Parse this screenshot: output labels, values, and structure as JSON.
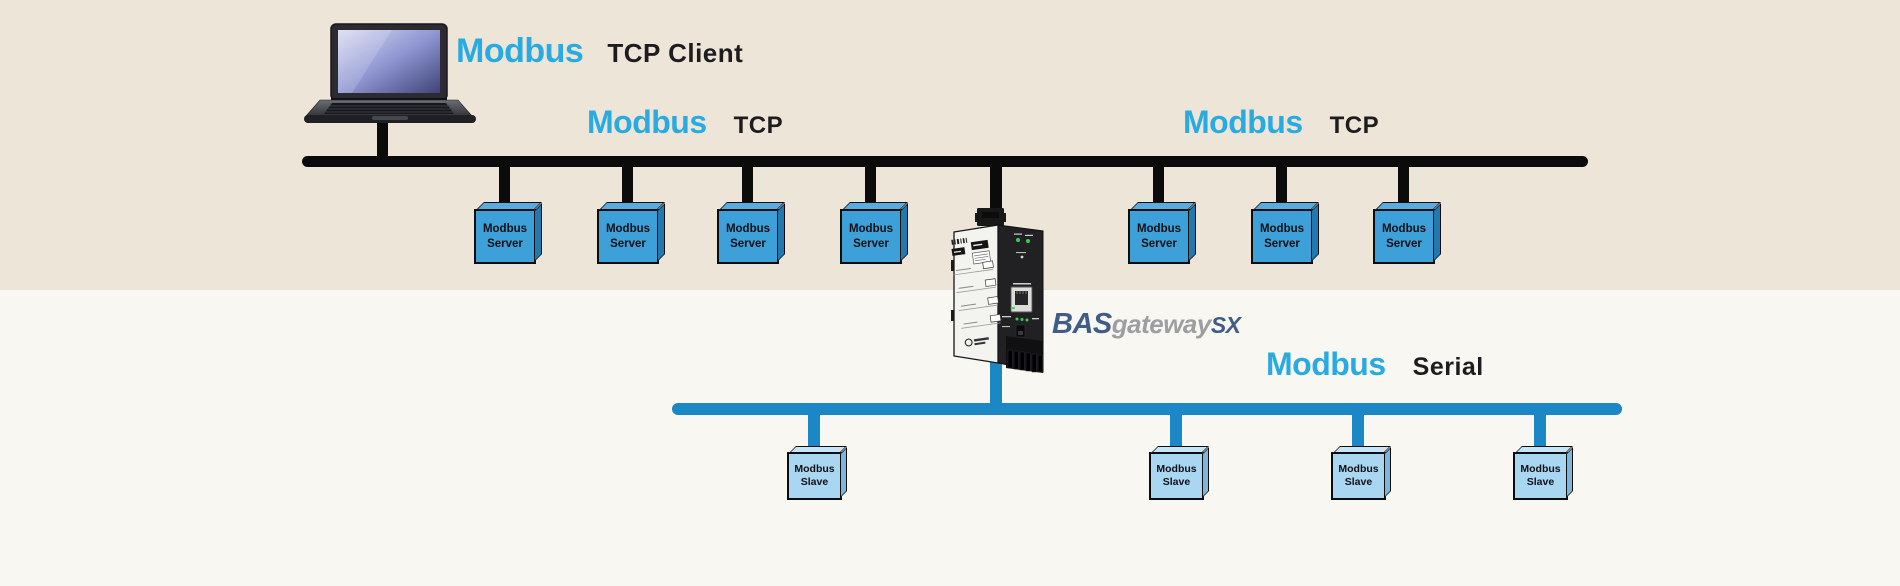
{
  "palette": {
    "background_top": "#EDE6D8",
    "background_bottom": "#F8F7F2",
    "modbus_cyan": "#29ABE2",
    "text_black": "#1D1D1F",
    "tcp_bus_color": "#0B0B0B",
    "serial_bus_color": "#1B87C4",
    "server_box_fill": "#3EA0D8",
    "slave_box_fill": "#A9D6F0",
    "brand_navy": "#415C87",
    "brand_gray": "#9C9EA1"
  },
  "client": {
    "modbus": "Modbus",
    "rest": "TCP Client"
  },
  "tcp_bus": {
    "label_left": {
      "modbus": "Modbus",
      "rest": "TCP"
    },
    "label_right": {
      "modbus": "Modbus",
      "rest": "TCP"
    }
  },
  "serial_bus": {
    "label": {
      "modbus": "Modbus",
      "rest": "Serial"
    }
  },
  "gateway": {
    "brand": {
      "bas": "BAS",
      "gateway": "gateway",
      "sx": "SX"
    }
  },
  "tcp_servers": [
    "Modbus\nServer",
    "Modbus\nServer",
    "Modbus\nServer",
    "Modbus\nServer",
    "Modbus\nServer",
    "Modbus\nServer",
    "Modbus\nServer"
  ],
  "serial_slaves": [
    "Modbus\nSlave",
    "Modbus\nSlave",
    "Modbus\nSlave",
    "Modbus\nSlave"
  ]
}
